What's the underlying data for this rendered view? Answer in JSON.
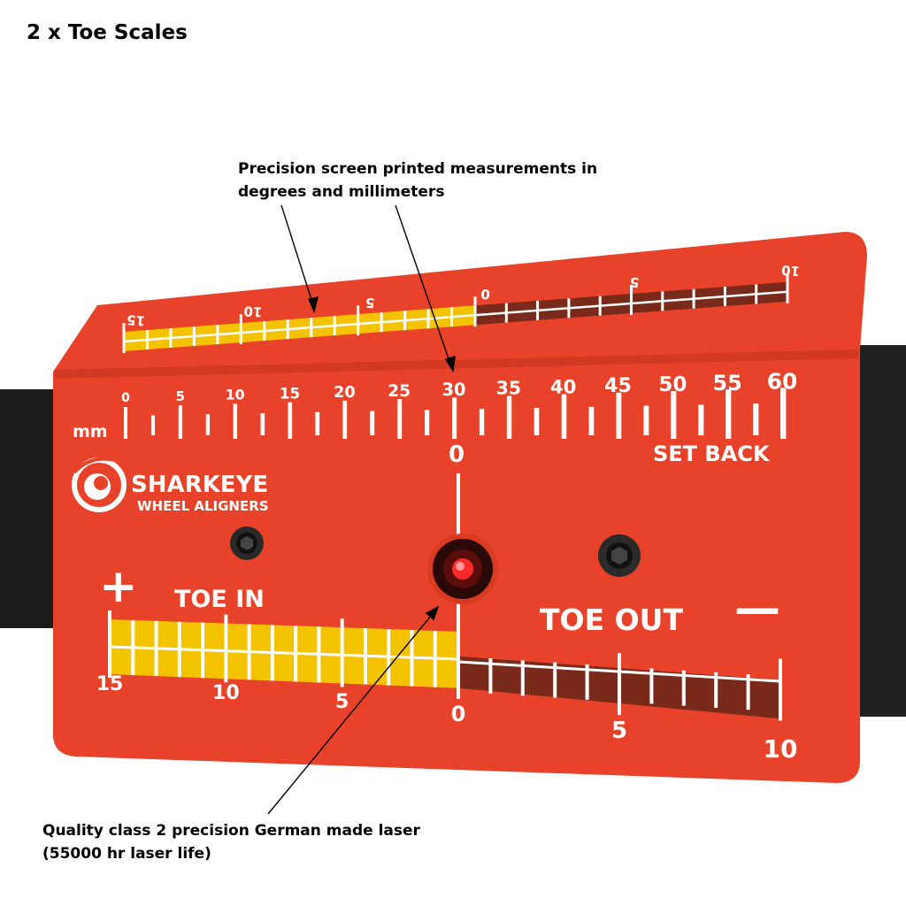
{
  "heading": "2 x Toe Scales",
  "captions": {
    "top_line1": "Precision screen printed measurements in",
    "top_line2": "degrees and millimeters",
    "bottom_line1": "Quality class 2 precision German made laser",
    "bottom_line2": "(55000 hr laser life)"
  },
  "plate": {
    "color": "#e8432a",
    "brand_name": "SHARKEYE",
    "brand_sub": "WHEEL ALIGNERS",
    "mm_label": "mm",
    "mm_ticks": [
      "0",
      "5",
      "10",
      "15",
      "20",
      "25",
      "30",
      "35",
      "40",
      "45",
      "50",
      "55",
      "60"
    ],
    "set_back_label": "SET BACK",
    "set_back_zero": "0",
    "toe_in_label": "TOE IN",
    "toe_out_label": "TOE OUT",
    "plus_sign": "+",
    "minus_sign": "—",
    "toe_in_ticks": [
      "15",
      "10",
      "5"
    ],
    "toe_zero": "0",
    "toe_out_ticks": [
      "5",
      "10"
    ],
    "upper_scale_left": [
      "15",
      "10",
      "5"
    ],
    "upper_scale_zero": "0",
    "upper_scale_right": [
      "5",
      "10"
    ],
    "yellow": "#f3c300",
    "brown": "#7a2a1a"
  },
  "icons": {
    "logo": "shark-eye-logo-icon",
    "laser": "red-laser-dot-icon",
    "screw": "hex-screw-icon"
  }
}
